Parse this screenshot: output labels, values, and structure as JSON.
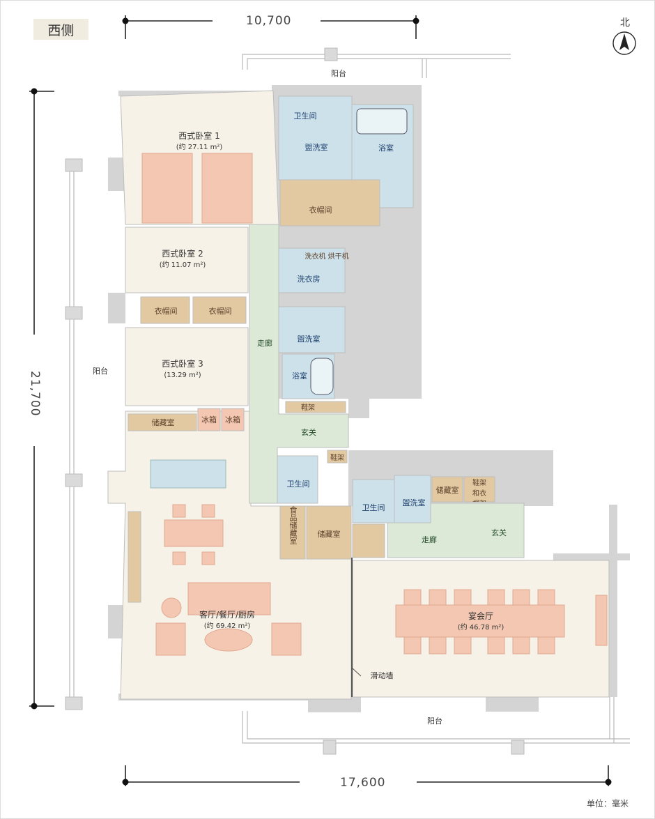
{
  "header": {
    "title": "西侧"
  },
  "dimensions": {
    "top": "10,700",
    "bottom": "17,600",
    "left": "21,700"
  },
  "compass": {
    "label": "北"
  },
  "unit_label": "单位：毫米",
  "rooms": {
    "bedroom1": {
      "name": "西式卧室 1",
      "area": "(约 27.11 m²)"
    },
    "bedroom2": {
      "name": "西式卧室 2",
      "area": "(约 11.07 m²)"
    },
    "bedroom3": {
      "name": "西式卧室 3",
      "area": "(13.29 m²)"
    },
    "living": {
      "name": "客厅/餐厅/厨房",
      "area": "(约 69.42 m²)"
    },
    "banquet": {
      "name": "宴会厅",
      "area": "(约 46.78 m²)"
    },
    "toilet1": "卫生间",
    "washroom1": "盥洗室",
    "bath1": "浴室",
    "closet_main": "衣帽间",
    "laundry_machine": "洗衣机 烘干机",
    "laundry_room": "洗衣房",
    "washroom2": "盥洗室",
    "bath2": "浴室",
    "closet_a": "衣帽间",
    "closet_b": "衣帽间",
    "corridor": "走廊",
    "shoe_rack": "鞋架",
    "entrance": "玄关",
    "shoe_rack2": "鞋架",
    "storage1": "储藏室",
    "fridge1": "冰箱",
    "fridge2": "冰箱",
    "toilet2": "卫生间",
    "food_storage": "食品储藏室",
    "storage2": "储藏室",
    "toilet3": "卫生间",
    "washroom3": "盥洗室",
    "storage3": "储藏室",
    "shoe_coat": "鞋架和衣帽架",
    "corridor2": "走廊",
    "entrance2": "玄关",
    "sliding_wall": "滑动墙",
    "balcony_north": "阳台",
    "balcony_west": "阳台",
    "balcony_south": "阳台"
  },
  "colors": {
    "bedroom": "#f7f2e7",
    "wet": "#cde1ea",
    "closet": "#e2c9a2",
    "corridor": "#dbe9d6",
    "furniture": "#f4c7b2",
    "wall": "#d6d6d6",
    "text_wet": "#1d3f6d",
    "text_dark": "#333333"
  }
}
